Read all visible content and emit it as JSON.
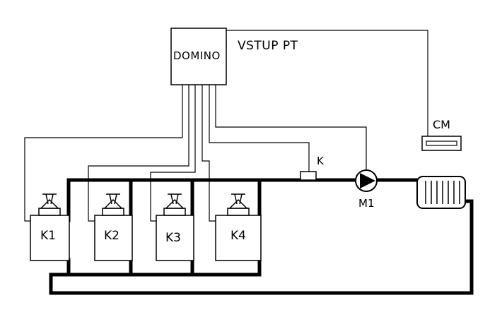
{
  "controller": {
    "label": "DOMINO"
  },
  "input_label": "VSTUP PT",
  "sensor_k": "K",
  "pump": {
    "label": "M1"
  },
  "room_unit": {
    "label": "CM"
  },
  "boilers": [
    {
      "label": "K1"
    },
    {
      "label": "K2"
    },
    {
      "label": "K3"
    },
    {
      "label": "K4"
    }
  ],
  "colors": {
    "line": "#000000",
    "background": "#ffffff"
  }
}
